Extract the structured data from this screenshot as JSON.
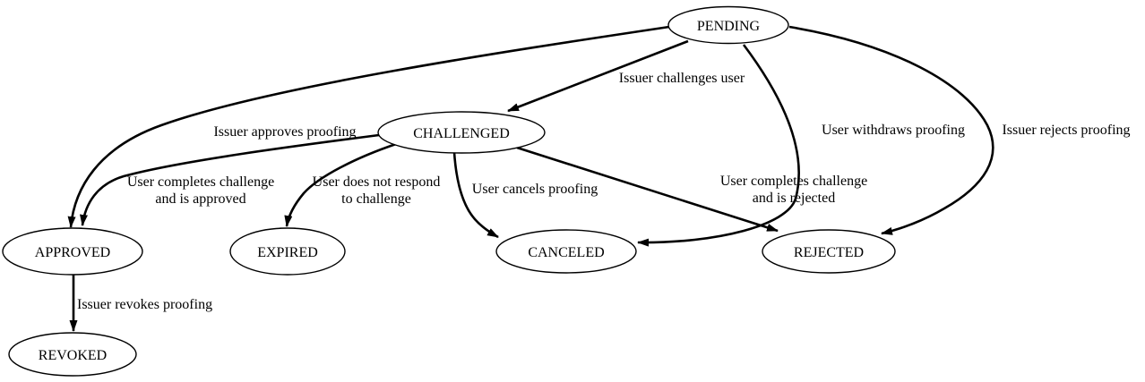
{
  "diagram": {
    "background": "#ffffff",
    "line_color": "#000000",
    "text_color": "#000000",
    "nodes": [
      {
        "id": "pending",
        "label": "PENDING"
      },
      {
        "id": "challenged",
        "label": "CHALLENGED"
      },
      {
        "id": "approved",
        "label": "APPROVED"
      },
      {
        "id": "expired",
        "label": "EXPIRED"
      },
      {
        "id": "canceled",
        "label": "CANCELED"
      },
      {
        "id": "rejected",
        "label": "REJECTED"
      },
      {
        "id": "revoked",
        "label": "REVOKED"
      }
    ],
    "edges": [
      {
        "from": "PENDING",
        "to": "CHALLENGED",
        "label": [
          "Issuer challenges user"
        ]
      },
      {
        "from": "PENDING",
        "to": "APPROVED",
        "label": [
          "Issuer approves proofing"
        ]
      },
      {
        "from": "PENDING",
        "to": "CANCELED",
        "label": [
          "User withdraws proofing"
        ]
      },
      {
        "from": "PENDING",
        "to": "REJECTED",
        "label": [
          "Issuer rejects proofing"
        ]
      },
      {
        "from": "CHALLENGED",
        "to": "APPROVED",
        "label": [
          "User completes challenge",
          "and is approved"
        ]
      },
      {
        "from": "CHALLENGED",
        "to": "EXPIRED",
        "label": [
          "User does not respond",
          "to challenge"
        ]
      },
      {
        "from": "CHALLENGED",
        "to": "CANCELED",
        "label": [
          "User cancels proofing"
        ]
      },
      {
        "from": "CHALLENGED",
        "to": "REJECTED",
        "label": [
          "User completes challenge",
          "and is rejected"
        ]
      },
      {
        "from": "APPROVED",
        "to": "REVOKED",
        "label": [
          "Issuer revokes proofing"
        ]
      }
    ]
  }
}
